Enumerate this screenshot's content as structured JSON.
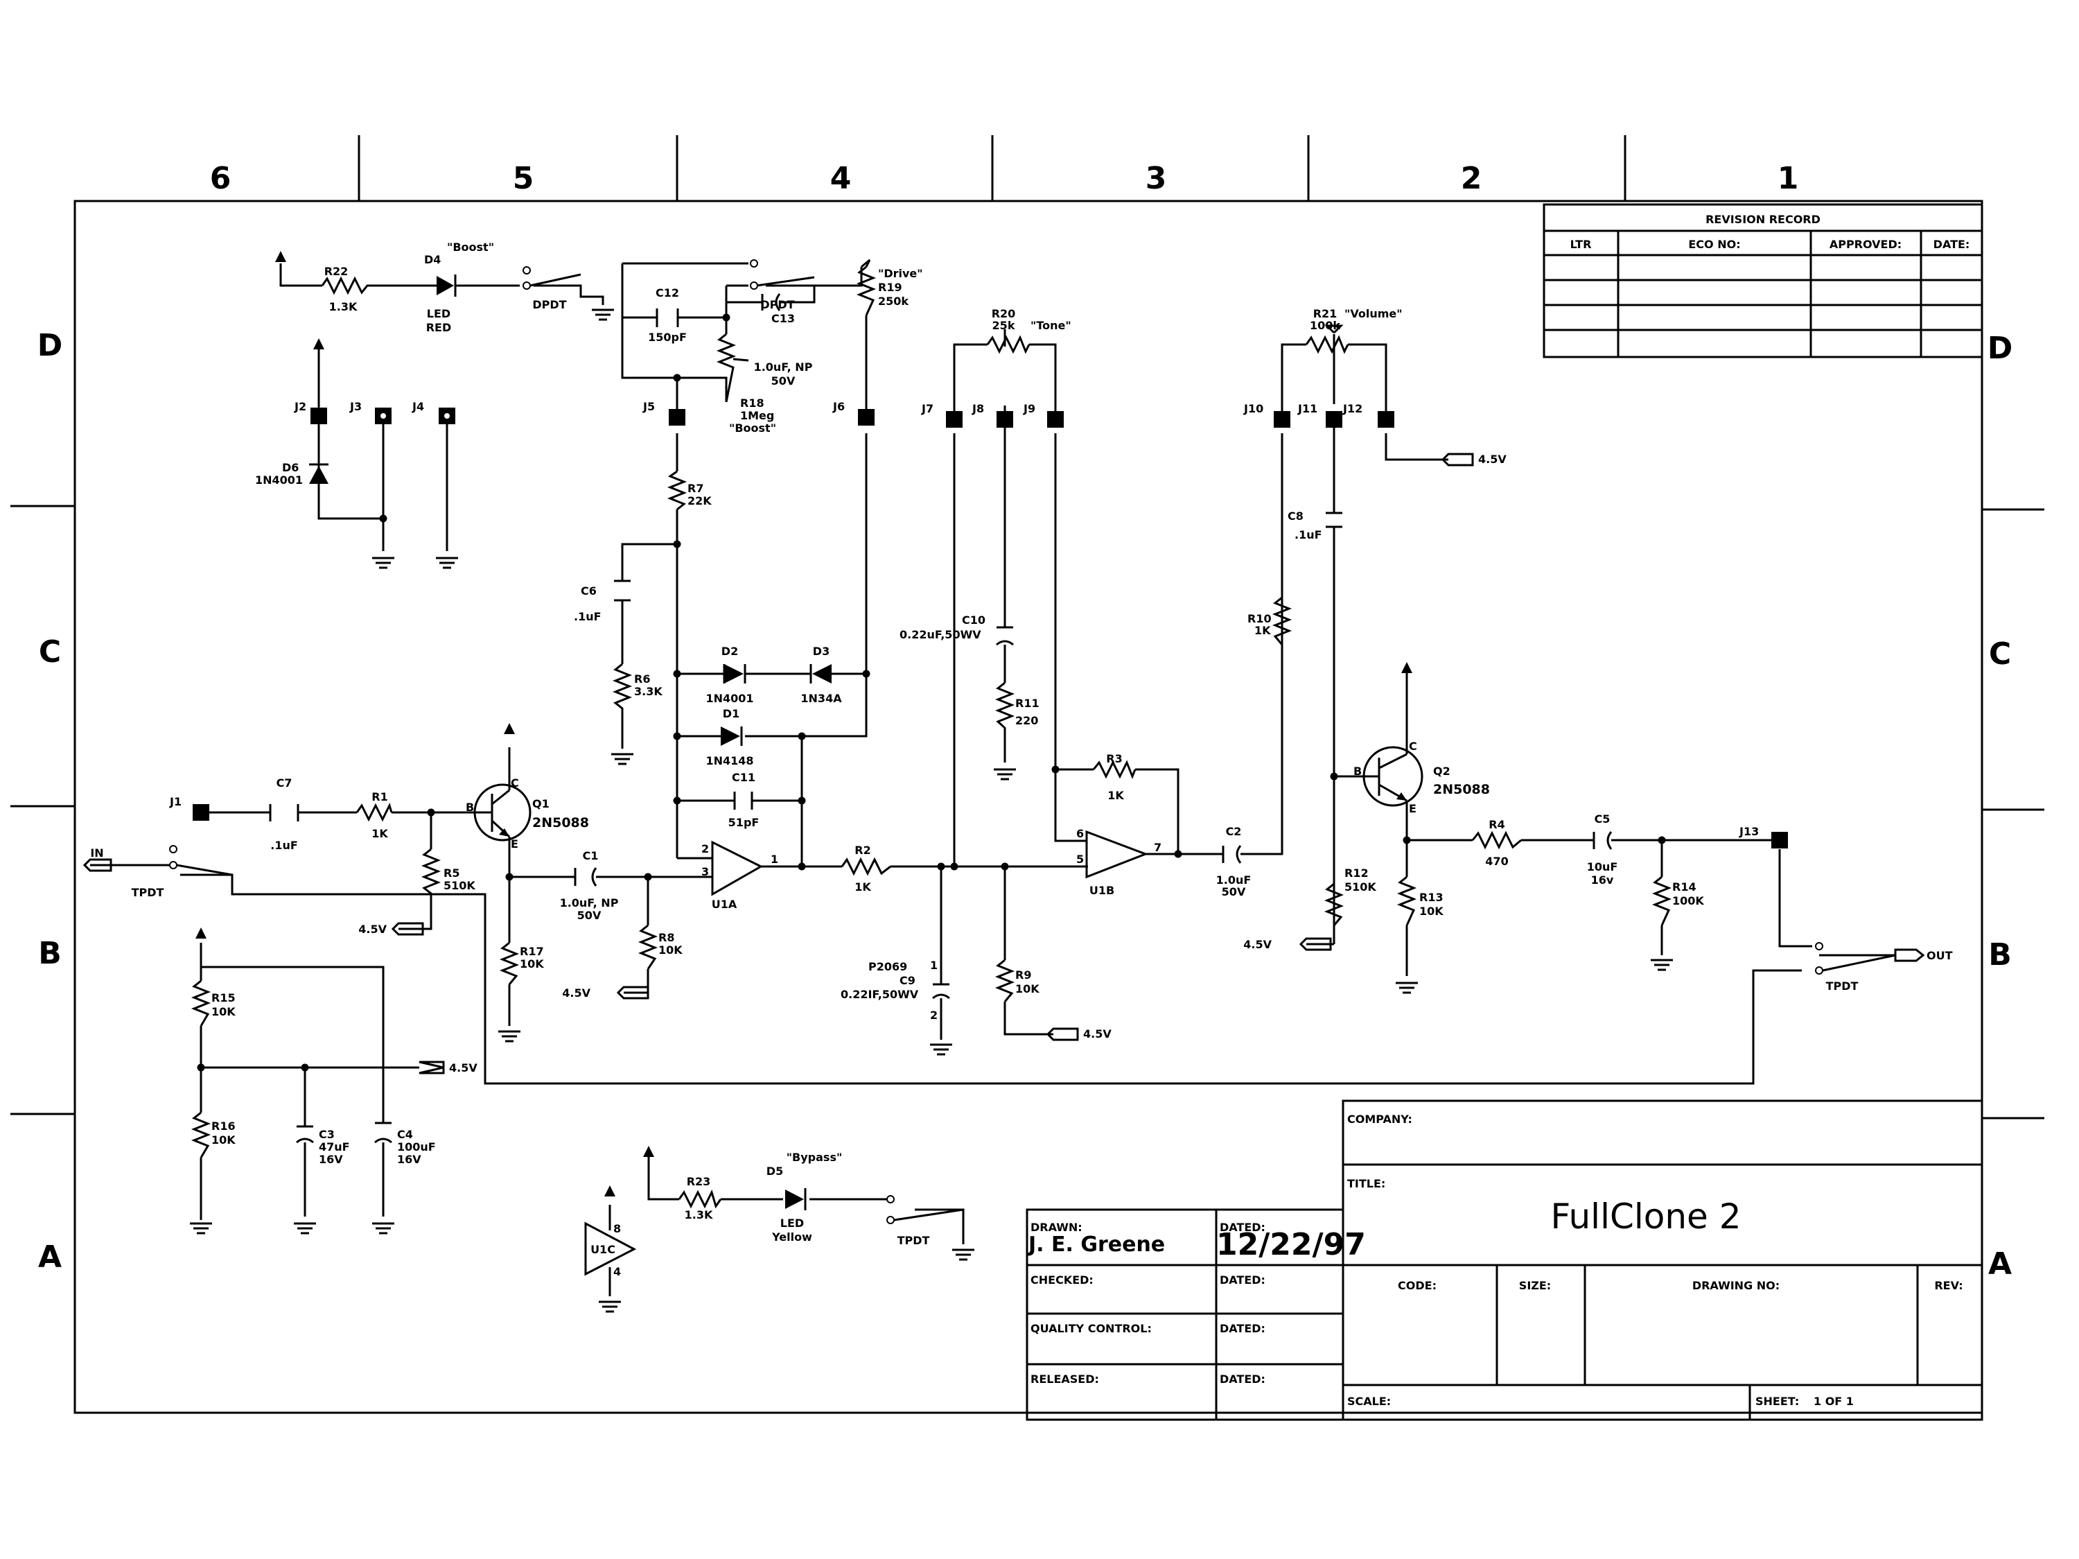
{
  "zones": {
    "columns": [
      "6",
      "5",
      "4",
      "3",
      "2",
      "1"
    ],
    "rows_left": [
      "D",
      "C",
      "B",
      "A"
    ],
    "rows_right": [
      "D",
      "C",
      "B",
      "A"
    ]
  },
  "revision_record": {
    "title": "REVISION RECORD",
    "columns": [
      "LTR",
      "ECO NO:",
      "APPROVED:",
      "DATE:"
    ]
  },
  "title_block": {
    "company_label": "COMPANY:",
    "title_label": "TITLE:",
    "title": "FullClone  2",
    "code_label": "CODE:",
    "size_label": "SIZE:",
    "drawing_no_label": "DRAWING NO:",
    "rev_label": "REV:",
    "scale_label": "SCALE:",
    "sheet_label": "SHEET:",
    "sheet_value": "1  OF  1",
    "drawn_label": "DRAWN:",
    "drawn_by": "J. E. Greene",
    "dated_label": "DATED:",
    "drawn_date": "12/22/97",
    "checked_label": "CHECKED:",
    "checked_dated_label": "DATED:",
    "qc_label": "QUALITY  CONTROL:",
    "qc_dated_label": "DATED:",
    "released_label": "RELEASED:",
    "released_dated_label": "DATED:"
  },
  "components": {
    "r22": {
      "ref": "R22",
      "value": "1.3K"
    },
    "d4": {
      "ref": "D4",
      "name": "\"Boost\"",
      "line1": "LED",
      "line2": "RED"
    },
    "sw_dpdt1": {
      "label": "DPDT"
    },
    "c12": {
      "ref": "C12",
      "value": "150pF"
    },
    "sw_dpdt2": {
      "label": "DPDT"
    },
    "c13": {
      "ref": "C13",
      "value": "1.0uF, NP",
      "rating": "50V"
    },
    "r19": {
      "name": "\"Drive\"",
      "ref": "R19",
      "value": "250k"
    },
    "r18": {
      "ref": "R18",
      "value": "1Meg",
      "name": "\"Boost\""
    },
    "r20": {
      "ref": "R20",
      "value": "25k",
      "name": "\"Tone\""
    },
    "r21": {
      "ref": "R21",
      "value": "100k",
      "name": "\"Volume\""
    },
    "j_labels": [
      "J2",
      "J3",
      "J4",
      "J5",
      "J6",
      "J7",
      "J8",
      "J9",
      "J10",
      "J11",
      "J12",
      "J1",
      "J13"
    ],
    "d6": {
      "ref": "D6",
      "value": "1N4001"
    },
    "r7": {
      "ref": "R7",
      "value": "22K"
    },
    "c6": {
      "ref": "C6",
      "value": ".1uF"
    },
    "r6": {
      "ref": "R6",
      "value": "3.3K"
    },
    "d2": {
      "ref": "D2",
      "value": "1N4001"
    },
    "d3": {
      "ref": "D3",
      "value": "1N34A"
    },
    "d1": {
      "ref": "D1",
      "value": "1N4148"
    },
    "c11": {
      "ref": "C11",
      "value": "51pF"
    },
    "c10": {
      "ref": "C10",
      "value": "0.22uF,50WV"
    },
    "r11": {
      "ref": "R11",
      "value": "220"
    },
    "c8": {
      "ref": "C8",
      "value": ".1uF"
    },
    "r10": {
      "ref": "R10",
      "value": "1K"
    },
    "r3": {
      "ref": "R3",
      "value": "1K"
    },
    "c7": {
      "ref": "C7",
      "value": ".1uF"
    },
    "r1": {
      "ref": "R1",
      "value": "1K"
    },
    "q1": {
      "ref": "Q1",
      "value": "2N5088"
    },
    "q2": {
      "ref": "Q2",
      "value": "2N5088"
    },
    "r5": {
      "ref": "R5",
      "value": "510K"
    },
    "c1": {
      "ref": "C1",
      "value": "1.0uF, NP",
      "rating": "50V"
    },
    "r8": {
      "ref": "R8",
      "value": "10K"
    },
    "r17": {
      "ref": "R17",
      "value": "10K"
    },
    "u1a": {
      "ref": "U1A"
    },
    "u1b": {
      "ref": "U1B"
    },
    "u1c": {
      "ref": "U1C"
    },
    "r2": {
      "ref": "R2",
      "value": "1K"
    },
    "c9": {
      "ref": "C9",
      "value": "0.22IF,50WV",
      "part": "P2069"
    },
    "r9": {
      "ref": "R9",
      "value": "10K"
    },
    "c2": {
      "ref": "C2",
      "value": "1.0uF",
      "rating": "50V"
    },
    "r12": {
      "ref": "R12",
      "value": "510K"
    },
    "r13": {
      "ref": "R13",
      "value": "10K"
    },
    "r4": {
      "ref": "R4",
      "value": "470"
    },
    "c5": {
      "ref": "C5",
      "value": "10uF",
      "rating": "16v"
    },
    "r14": {
      "ref": "R14",
      "value": "100K"
    },
    "r15": {
      "ref": "R15",
      "value": "10K"
    },
    "r16": {
      "ref": "R16",
      "value": "10K"
    },
    "c3": {
      "ref": "C3",
      "value": "47uF",
      "rating": "16V"
    },
    "c4": {
      "ref": "C4",
      "value": "100uF",
      "rating": "16V"
    },
    "r23": {
      "ref": "R23",
      "value": "1.3K"
    },
    "d5": {
      "ref": "D5",
      "name": "\"Bypass\"",
      "line1": "LED",
      "line2": "Yellow"
    },
    "sw_tpdt_in": {
      "label": "TPDT"
    },
    "sw_tpdt_out": {
      "label": "TPDT"
    },
    "sw_tpdt_led": {
      "label": "TPDT"
    }
  },
  "ports": {
    "in": "IN",
    "out": "OUT",
    "v45": "4.5V"
  },
  "pins": {
    "u1a_2": "2",
    "u1a_3": "3",
    "u1a_1": "1",
    "u1b_6": "6",
    "u1b_5": "5",
    "u1b_7": "7",
    "u1c_8": "8",
    "u1c_4": "4",
    "c9_1": "1",
    "c9_2": "2",
    "q_b": "B",
    "q_c": "C",
    "q_e": "E"
  }
}
